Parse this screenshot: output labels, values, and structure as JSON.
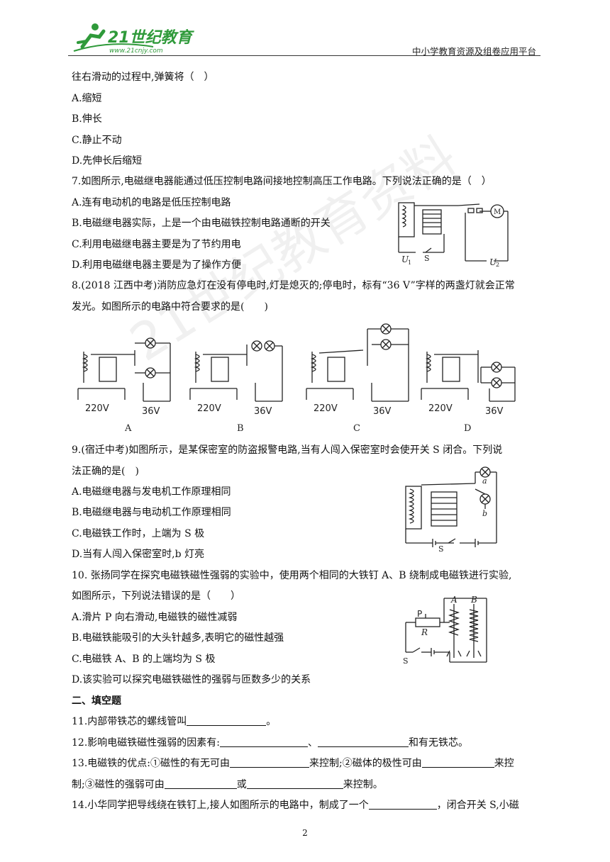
{
  "header": {
    "logo_text": "21世纪教育",
    "logo_url": "www.21cnjy.com",
    "platform": "中小学教育资源及组卷应用平台"
  },
  "lines": {
    "l1": "往右滑动的过程中,弹簧将（　）",
    "q6a": "A.缩短",
    "q6b": "B.伸长",
    "q6c": "C.静止不动",
    "q6d": "D.先伸长后缩短",
    "q7": "7.如图所示,电磁继电器能通过低压控制电路间接地控制高压工作电路。下列说法正确的是（　）",
    "q7a": "A.连有电动机的电路是低压控制电路",
    "q7b": "B.电磁继电器实际，上是一个由电磁铁控制电路通断的开关",
    "q7c": "C.利用电磁继电器主要是为了节约用电",
    "q7d": "D.利用电磁继电器主要是为了操作方便",
    "q8_1": "8.(2018 江西中考)消防应急灯在没有停电时,灯是熄灭的;停电时，标有“36 V”字样的两盏灯就会正常",
    "q8_2": "发光。如图所示的电路中符合要求的是(　　)",
    "q9_1": "9.(宿迁中考)如图所示，是某保密室的防盗报警电路,当有人闯入保密室时会使开关 S 闭合。下列说",
    "q9_2": "法正确的是(　)",
    "q9a": "A.电磁继电器与发电机工作原理相同",
    "q9b": "B.电磁继电器与电动机工作原理相同",
    "q9c": "C.电磁铁工作时，上端为 S 极",
    "q9d": "D.当有人闯入保密室时,b 灯亮",
    "q10_1": "10. 张扬同学在探究电磁铁磁性强弱的实验中，使用两个相同的大铁钉 A、B 绕制成电磁铁进行实验,",
    "q10_2": "如图所示，下列说法错误的是（　　）",
    "q10a": "A.滑片 P 向右滑动,电磁铁的磁性减弱",
    "q10b": "B.电磁铁能吸引的大头针越多,表明它的磁性越强",
    "q10c": "C.电磁铁 A、B 的上端均为 S 极",
    "q10d": "D.该实验可以探究电磁铁磁性的强弱与匝数多少的关系",
    "sec2": "二、填空题",
    "q11a": "11.内部带铁芯的螺线管叫",
    "q11b": "。",
    "q12a": "12.影响电磁铁磁性强弱的因素有:",
    "q12b": "、",
    "q12c": "和有无铁芯。",
    "q13a": "13.电磁铁的优点:①磁性的有无可由",
    "q13b": "来控制;②磁体的极性可由",
    "q13c": "来控",
    "q13d": "制;③磁性的强弱可由",
    "q13e": "或",
    "q13f": "来控制。",
    "q14a": "14.小华同学把导线绕在铁钉上,接人如图所示的电路中，制成了一个",
    "q14b": "，闭合开关 S,小磁"
  },
  "figures": {
    "q7": {
      "u1": "U",
      "u1_sub": "1",
      "s": "S",
      "u2": "U",
      "u2_sub": "2",
      "motor": "M"
    },
    "q8": {
      "v_high": "220V",
      "v_low": "36V",
      "labels": [
        "A",
        "B",
        "C",
        "D"
      ]
    },
    "q9": {
      "a": "a",
      "b": "b",
      "s": "S"
    },
    "q10": {
      "p": "P",
      "r": "R",
      "s": "S",
      "a": "A",
      "b": "B"
    }
  },
  "watermark": "21世纪教育资料",
  "page_number": "2"
}
